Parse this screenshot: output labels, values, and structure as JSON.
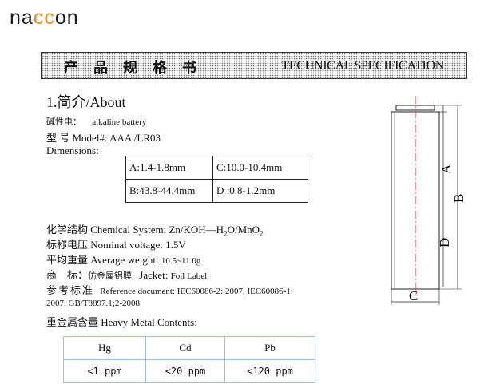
{
  "logo": {
    "pre": "na",
    "highlight": "cc",
    "post": "on"
  },
  "header": {
    "cn_title": "产品规格书",
    "en_title": "TECHNICAL SPECIFICATION"
  },
  "section_title": "1.简介/About",
  "type": {
    "label": "碱性电：",
    "value": "alkaline battery"
  },
  "model": {
    "label": "型 号 Model#:",
    "value": "AAA /LR03"
  },
  "dimensions": {
    "label": "Dimensions:",
    "rows": [
      [
        "A:1.4-1.8mm",
        "C:10.0-10.4mm"
      ],
      [
        "B:43.8-44.4mm",
        "D :0.8-1.2mm"
      ]
    ]
  },
  "chemical": {
    "label": "化学结构 Chemical System: ",
    "value_a": "Zn/KOH—H",
    "sub1": "2",
    "value_b": "O/MnO",
    "sub2": "2"
  },
  "voltage": {
    "label": "标称电压 Nominal voltage: ",
    "value": "1.5V"
  },
  "weight": {
    "label": "平均重量 Average weight: ",
    "value": "10.5~11.0g"
  },
  "jacket": {
    "label": "商　标：",
    "cn_value": "仿金属铝膜",
    "en_label": "Jacket: ",
    "en_value": "Foil Label"
  },
  "reference": {
    "label": "参考标准",
    "line1": "Reference document: IEC60086-2: 2007, IEC60086-1:",
    "line2": "2007, GB/T8897.1;2-2008"
  },
  "heavy_metal": {
    "label": "重金属含量 Heavy Metal Contents:",
    "headers": [
      "Hg",
      "Cd",
      "Pb"
    ],
    "values": [
      "<1 ppm",
      "<20 ppm",
      "<120 ppm"
    ]
  },
  "diagram": {
    "label_a": "A",
    "label_b": "B",
    "label_c": "C",
    "label_d": "D"
  },
  "colors": {
    "logo_accent": "#f08a1c",
    "centerline": "#e03030",
    "table_border": "#9cc0e0"
  }
}
